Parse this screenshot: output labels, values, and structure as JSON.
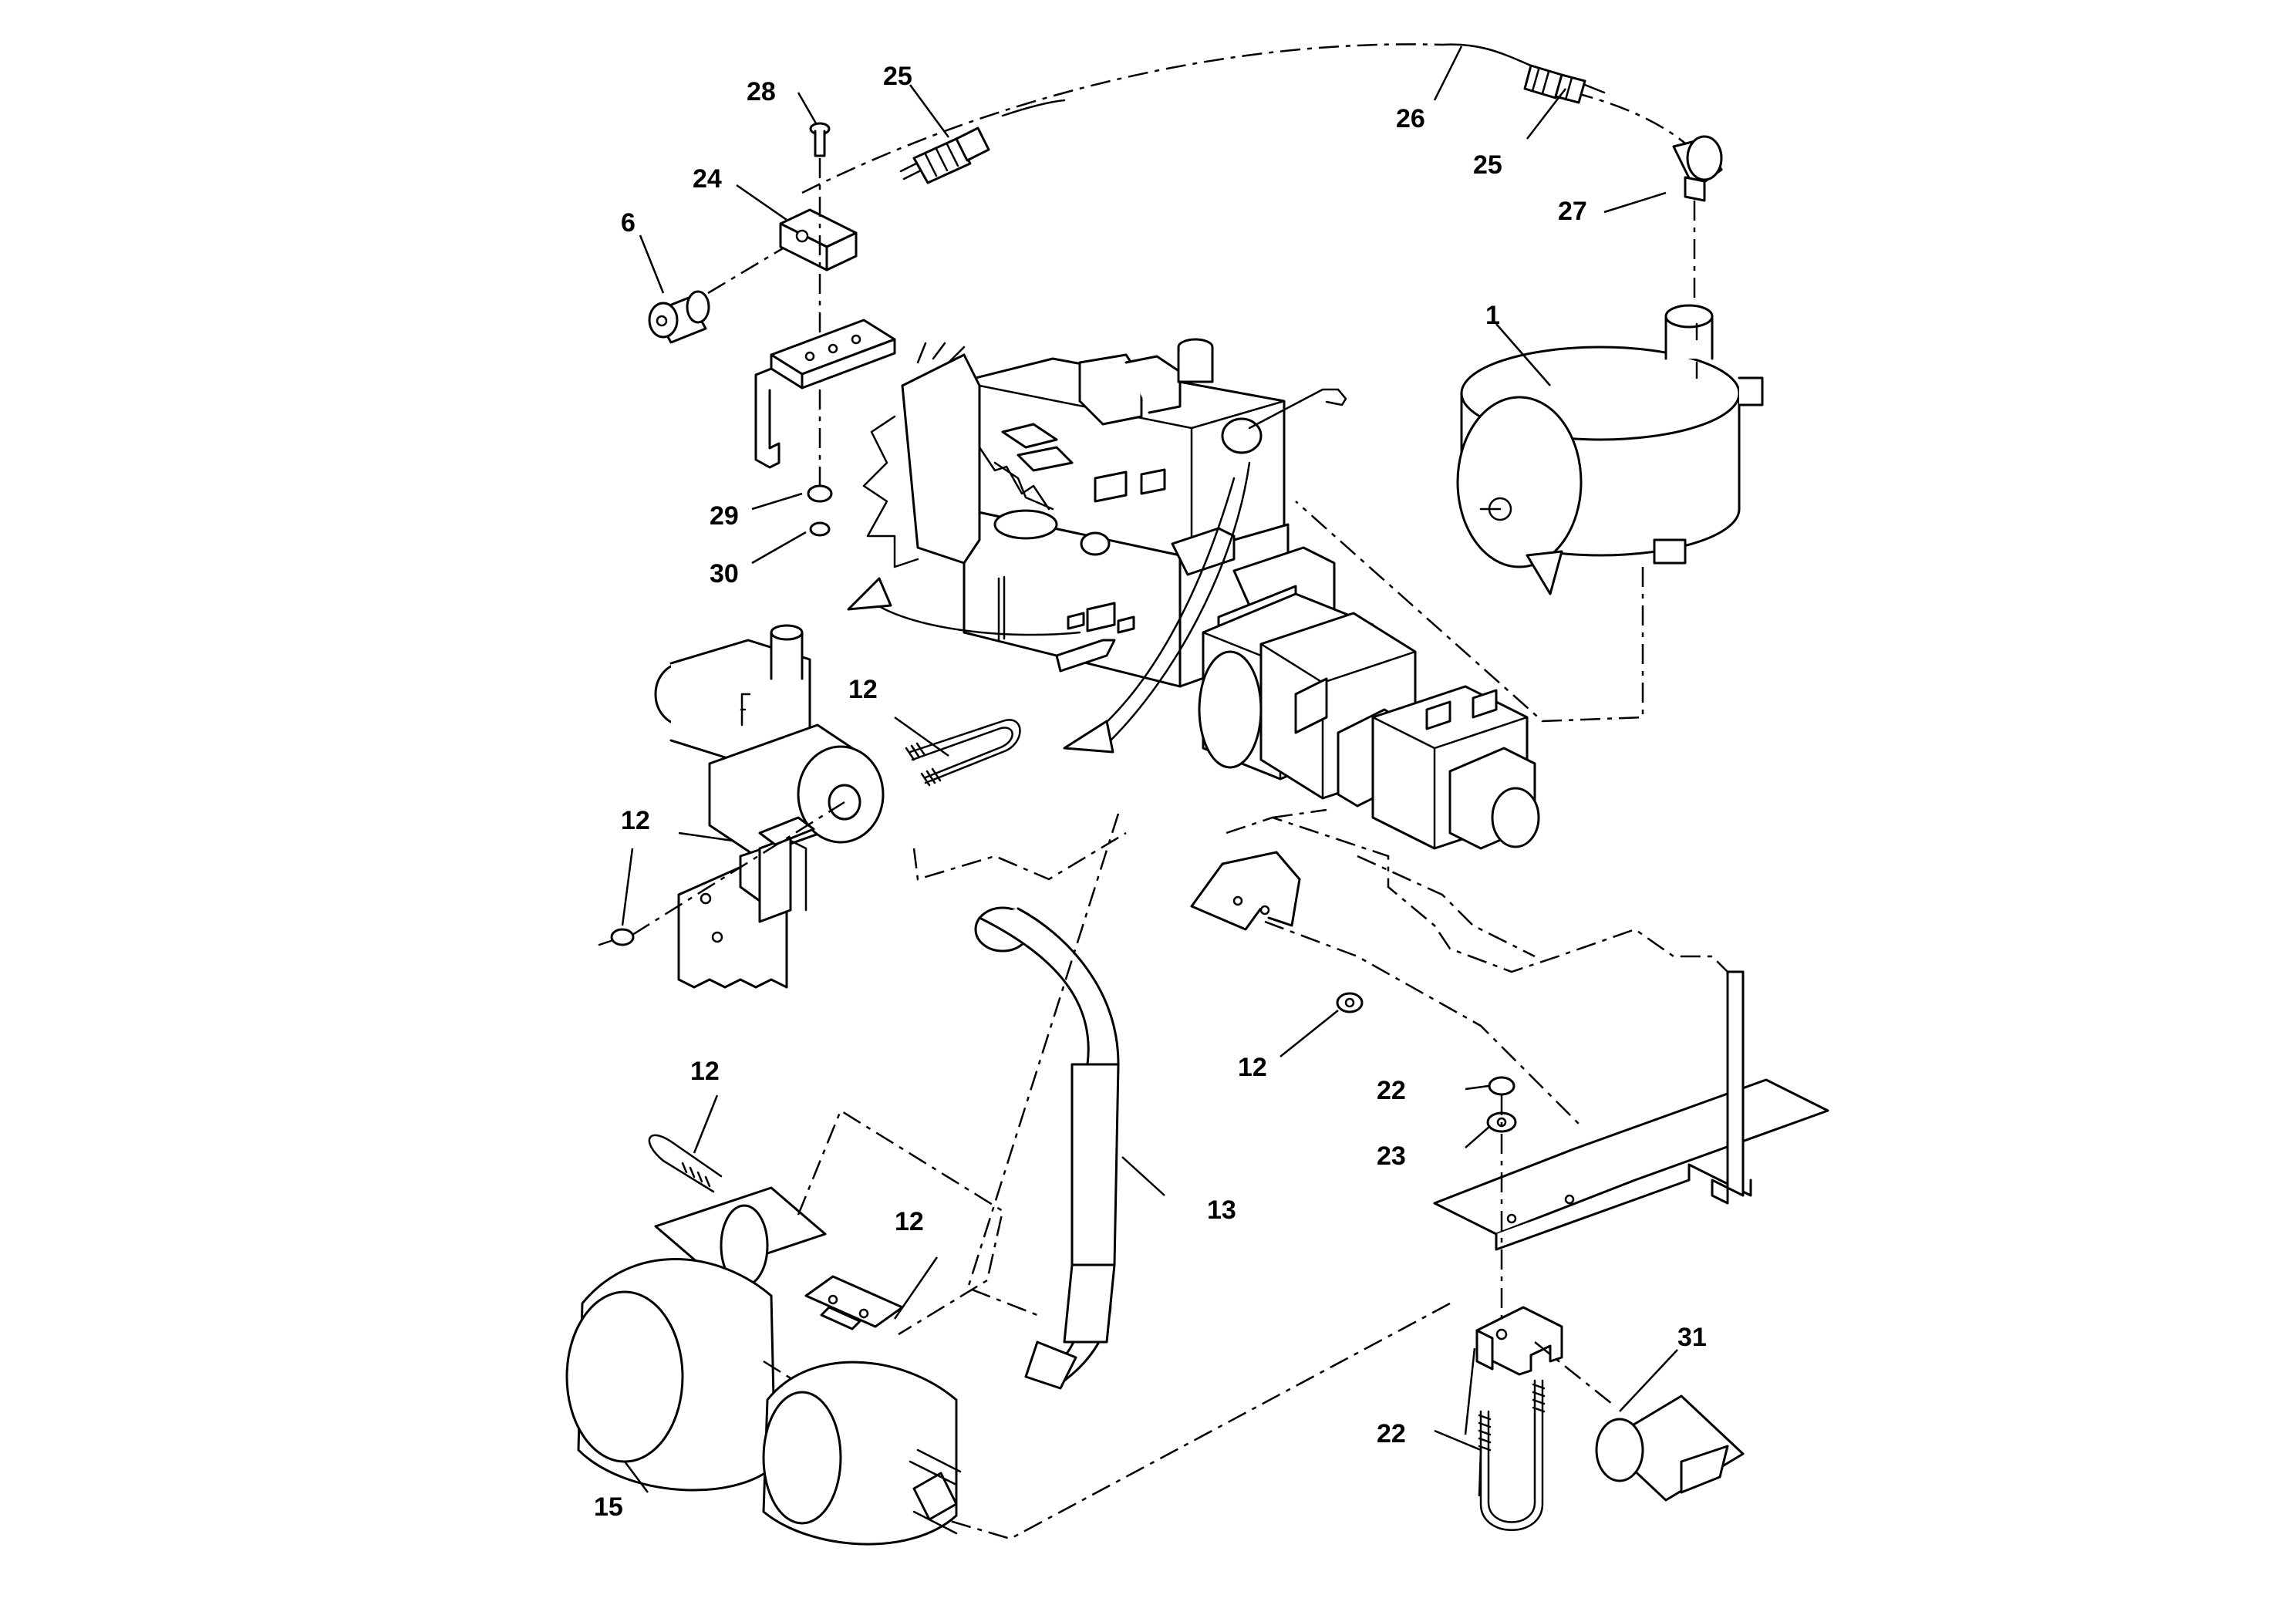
{
  "diagram": {
    "line_color": "#000000",
    "background": "#ffffff",
    "callouts": [
      {
        "id": "c28",
        "text": "28"
      },
      {
        "id": "c25a",
        "text": "25"
      },
      {
        "id": "c24",
        "text": "24"
      },
      {
        "id": "c6",
        "text": "6"
      },
      {
        "id": "c26",
        "text": "26"
      },
      {
        "id": "c25b",
        "text": "25"
      },
      {
        "id": "c27",
        "text": "27"
      },
      {
        "id": "c1",
        "text": "1"
      },
      {
        "id": "c29",
        "text": "29"
      },
      {
        "id": "c30",
        "text": "30"
      },
      {
        "id": "c12a",
        "text": "12"
      },
      {
        "id": "c12b",
        "text": "12"
      },
      {
        "id": "c12c",
        "text": "12"
      },
      {
        "id": "c12d",
        "text": "12"
      },
      {
        "id": "c12e",
        "text": "12"
      },
      {
        "id": "c22a",
        "text": "22"
      },
      {
        "id": "c23",
        "text": "23"
      },
      {
        "id": "c13",
        "text": "13"
      },
      {
        "id": "c31",
        "text": "31"
      },
      {
        "id": "c22b",
        "text": "22"
      },
      {
        "id": "c15",
        "text": "15"
      }
    ]
  }
}
